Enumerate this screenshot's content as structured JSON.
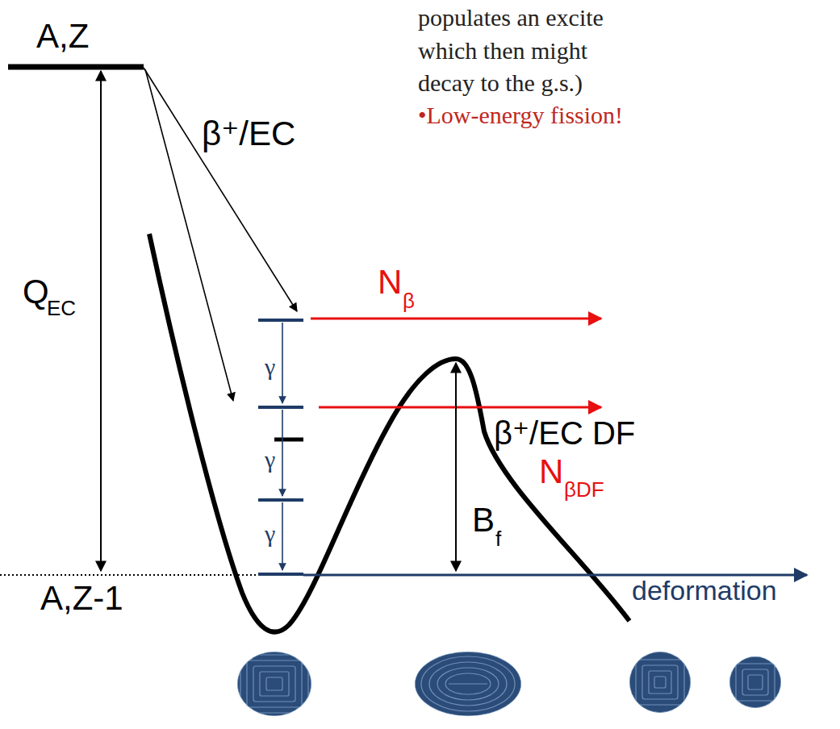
{
  "diagram": {
    "labels": [
      "A,Z",
      "populates an excite",
      "which then might",
      "β⁺/EC",
      "decay to the g.s.)",
      "•Low-energy fission!",
      "Q",
      "EC",
      "N",
      "β",
      "β⁺/EC DF",
      "N",
      "βDF",
      "γ",
      "B",
      "f",
      "γ",
      "γ",
      "A,Z-1",
      "deformation"
    ]
  }
}
